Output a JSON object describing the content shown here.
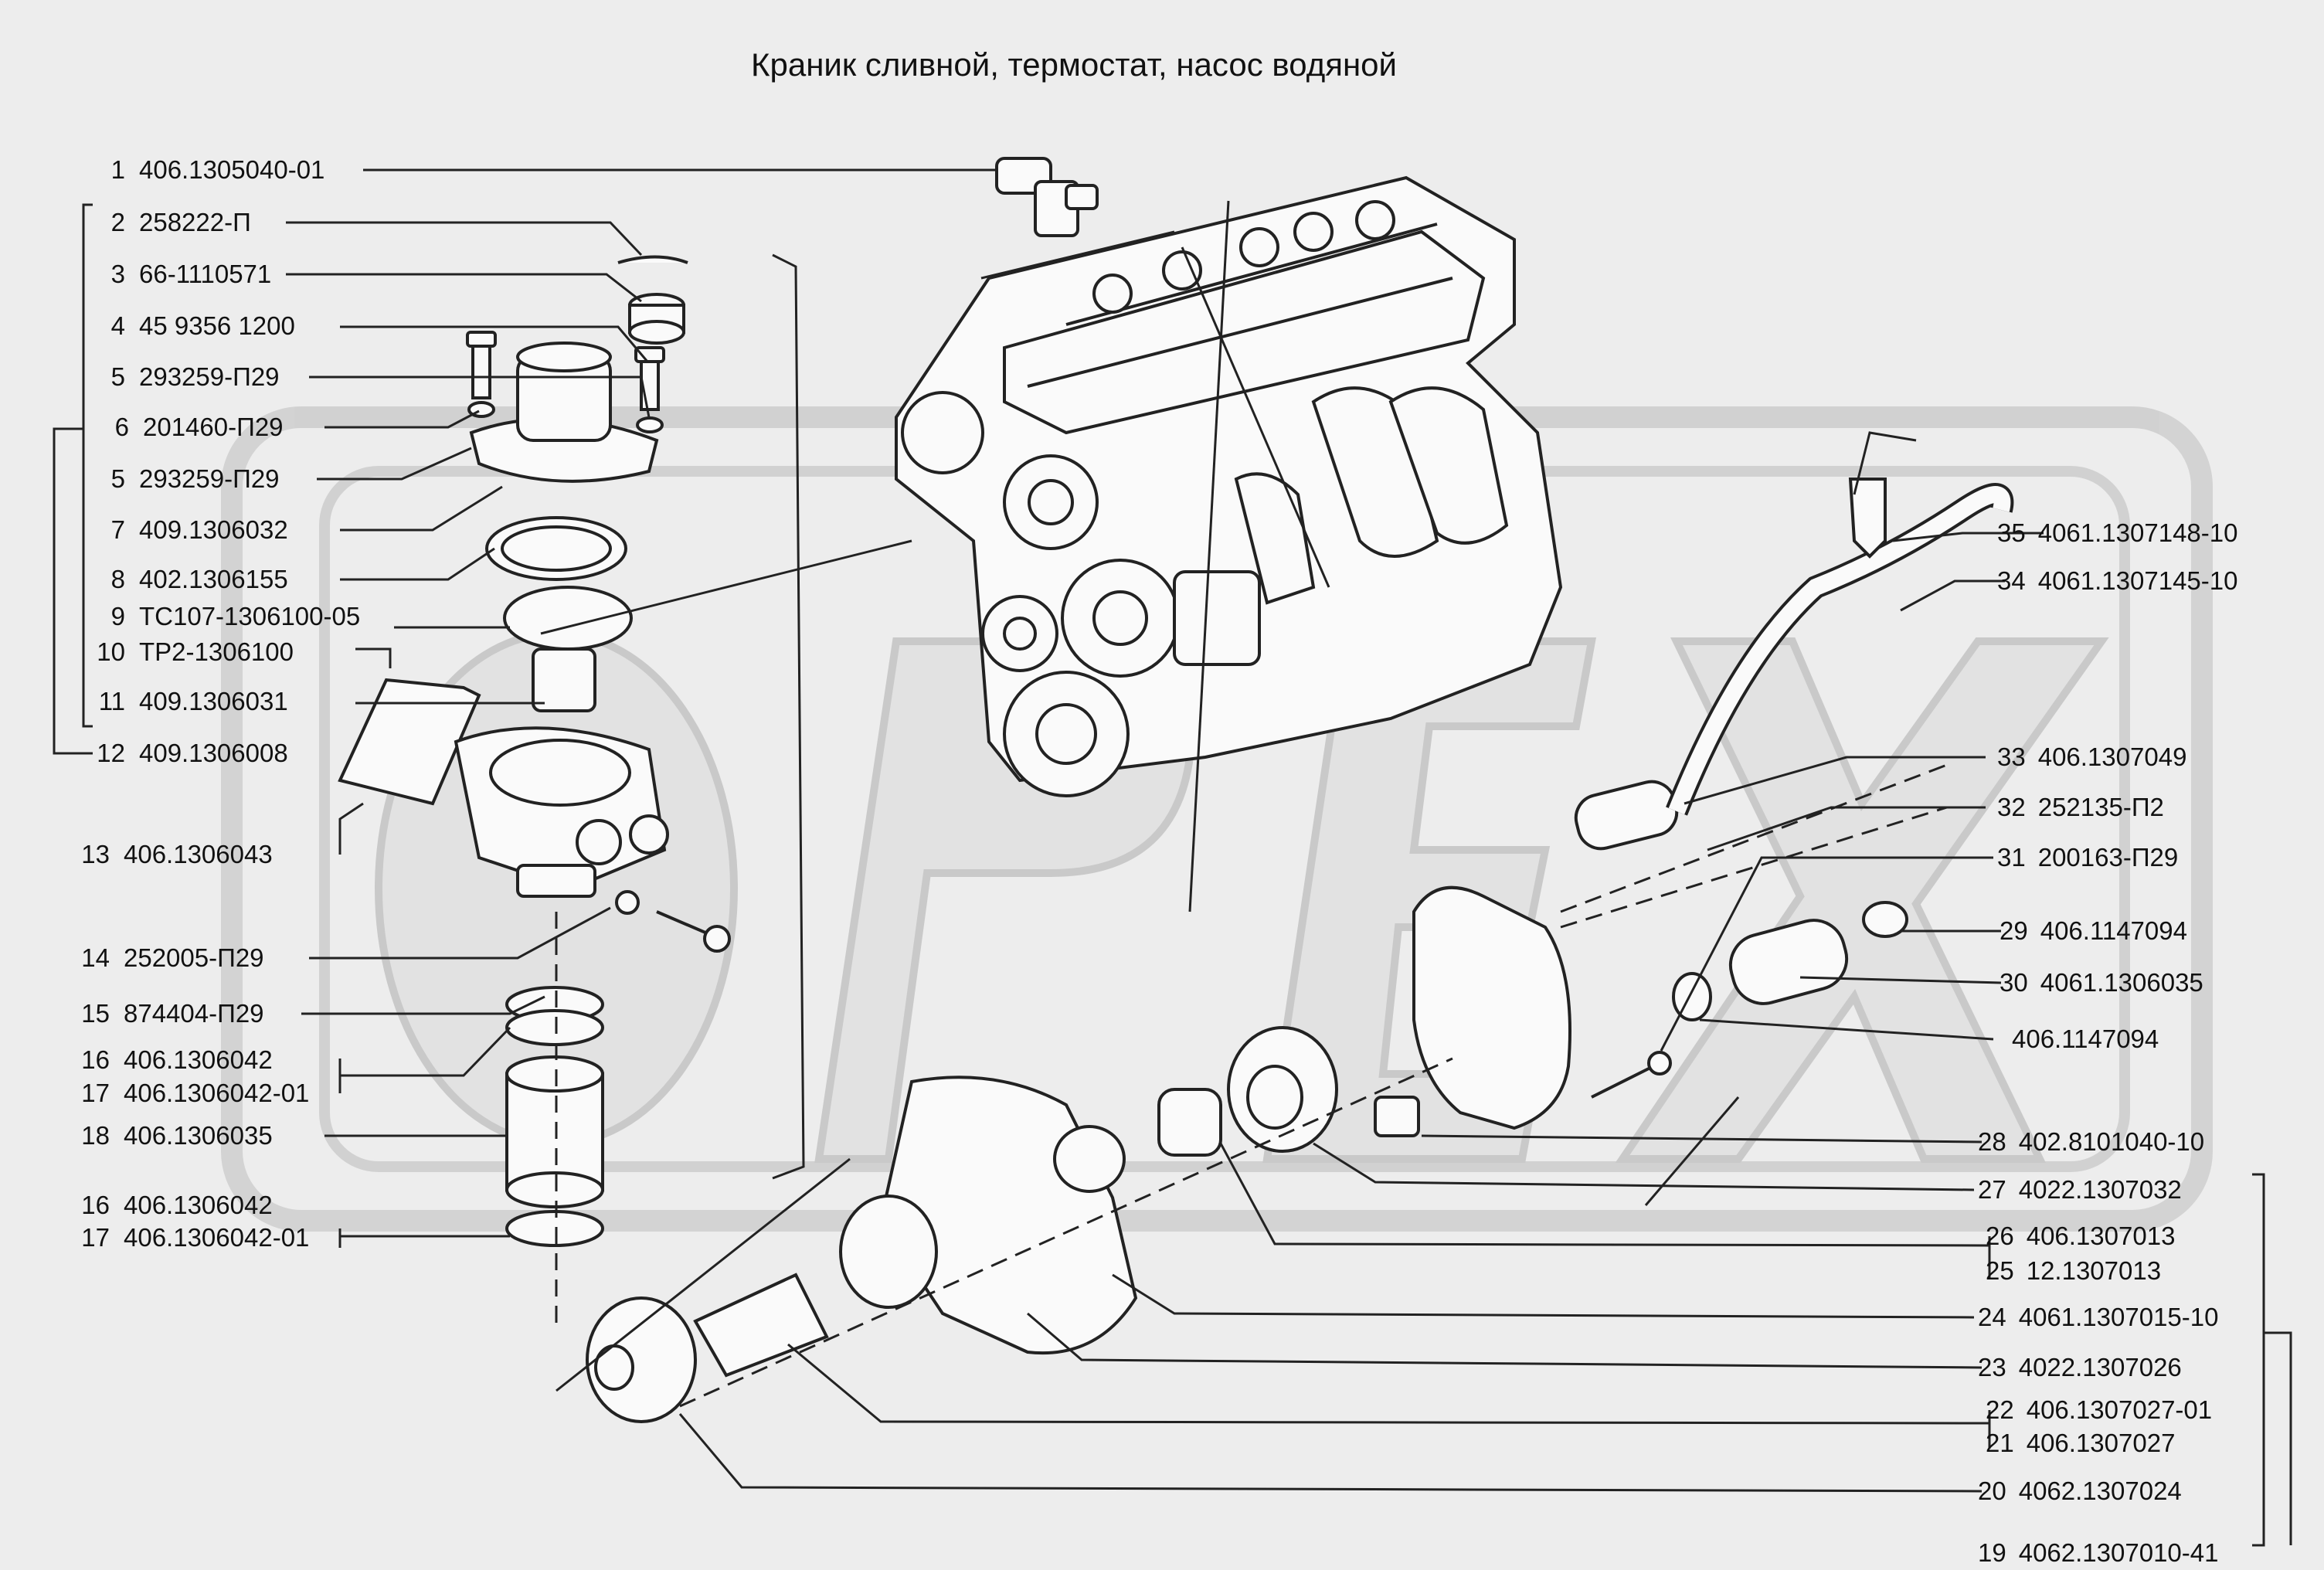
{
  "title": "Краник сливной, термостат, насос водяной",
  "watermark": "OPEX",
  "left_callouts": [
    {
      "num": "1",
      "part": "406.1305040-01"
    },
    {
      "num": "2",
      "part": "258222-П"
    },
    {
      "num": "3",
      "part": "66-1110571"
    },
    {
      "num": "4",
      "part": "45 9356 1200"
    },
    {
      "num": "5",
      "part": "293259-П29"
    },
    {
      "num": "6",
      "part": "201460-П29"
    },
    {
      "num": "5",
      "part": "293259-П29"
    },
    {
      "num": "7",
      "part": "409.1306032"
    },
    {
      "num": "8",
      "part": "402.1306155"
    },
    {
      "num": "9",
      "part": "ТС107-1306100-05"
    },
    {
      "num": "10",
      "part": "ТР2-1306100"
    },
    {
      "num": "11",
      "part": "409.1306031"
    },
    {
      "num": "12",
      "part": "409.1306008"
    },
    {
      "num": "13",
      "part": "406.1306043"
    },
    {
      "num": "14",
      "part": "252005-П29"
    },
    {
      "num": "15",
      "part": "874404-П29"
    },
    {
      "num": "16",
      "part": "406.1306042"
    },
    {
      "num": "17",
      "part": "406.1306042-01"
    },
    {
      "num": "18",
      "part": "406.1306035"
    },
    {
      "num": "16",
      "part": "406.1306042"
    },
    {
      "num": "17",
      "part": "406.1306042-01"
    }
  ],
  "right_callouts": [
    {
      "num": "35",
      "part": "4061.1307148-10"
    },
    {
      "num": "34",
      "part": "4061.1307145-10"
    },
    {
      "num": "33",
      "part": "406.1307049"
    },
    {
      "num": "32",
      "part": "252135-П2"
    },
    {
      "num": "31",
      "part": "200163-П29"
    },
    {
      "num": "29",
      "part": "406.1147094"
    },
    {
      "num": "30",
      "part": "4061.1306035"
    },
    {
      "num": "",
      "part": "406.1147094"
    },
    {
      "num": "28",
      "part": "402.8101040-10"
    },
    {
      "num": "27",
      "part": "4022.1307032"
    },
    {
      "num": "26",
      "part": "406.1307013"
    },
    {
      "num": "25",
      "part": "12.1307013"
    },
    {
      "num": "24",
      "part": "4061.1307015-10"
    },
    {
      "num": "23",
      "part": "4022.1307026"
    },
    {
      "num": "22",
      "part": "406.1307027-01"
    },
    {
      "num": "21",
      "part": "406.1307027"
    },
    {
      "num": "20",
      "part": "4062.1307024"
    },
    {
      "num": "19",
      "part": "4062.1307010-41"
    }
  ]
}
